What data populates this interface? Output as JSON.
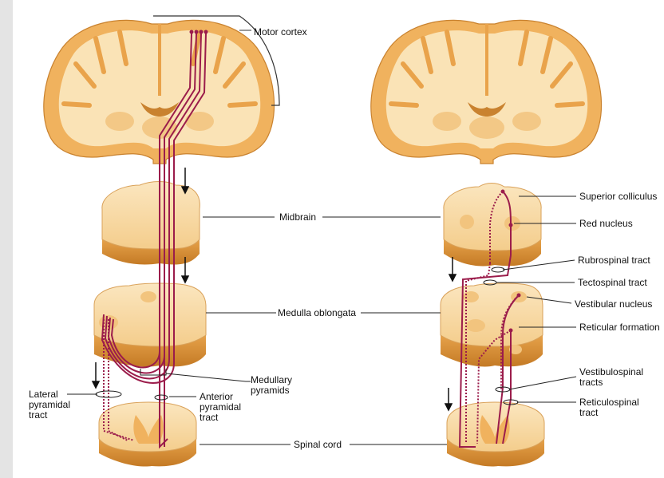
{
  "labels": {
    "motor_cortex": "Motor cortex",
    "midbrain": "Midbrain",
    "medulla_oblongata": "Medulla oblongata",
    "spinal_cord": "Spinal cord",
    "medullary_pyramids": "Medullary\npyramids",
    "lateral_pyramidal_tract": "Lateral\npyramidal\ntract",
    "anterior_pyramidal_tract": "Anterior\npyramidal\ntract",
    "superior_colliculus": "Superior colliculus",
    "red_nucleus": "Red nucleus",
    "rubrospinal_tract": "Rubrospinal tract",
    "tectospinal_tract": "Tectospinal tract",
    "vestibular_nucleus": "Vestibular nucleus",
    "reticular_formation": "Reticular formation",
    "vestibulospinal_tracts": "Vestibulospinal\ntracts",
    "reticulospinal_tract": "Reticulospinal\ntract"
  },
  "colors": {
    "tissue_light": "#f9e1b3",
    "tissue_mid": "#f2c47e",
    "tissue_dark": "#e39a3a",
    "tissue_edge": "#c9822f",
    "tract": "#9b1c4b",
    "page_edge": "#d9d9d9"
  }
}
